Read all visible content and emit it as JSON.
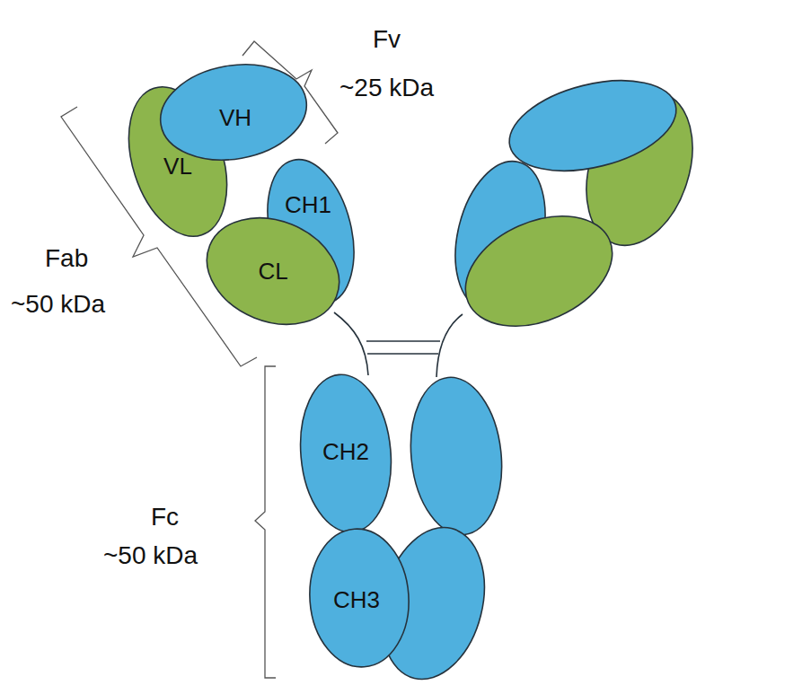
{
  "diagram": {
    "nodes": [
      {
        "text": [
          "VH"
        ]
      },
      {
        "text": [
          "VL"
        ]
      },
      {
        "text": [
          "CH1"
        ]
      },
      {
        "text": [
          "CL"
        ]
      },
      {
        "text": [
          "CH2"
        ]
      },
      {
        "text": [
          "CH3"
        ]
      }
    ],
    "labels": [
      "Fv",
      "~25 kDa",
      "Fab",
      "~50 kDa",
      "Fc",
      "~50 kDa"
    ]
  }
}
